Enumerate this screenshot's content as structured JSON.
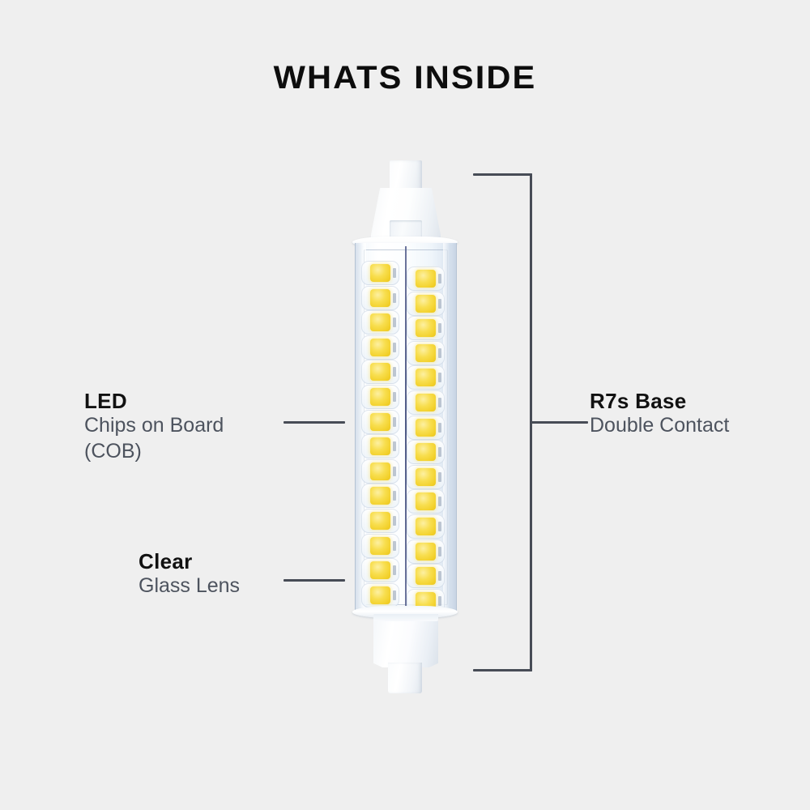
{
  "page": {
    "title": "WHATS INSIDE",
    "background_color": "#efefef",
    "heading_color": "#0d0d0d",
    "subtext_color": "#4d535e",
    "line_color": "#474c56",
    "led_color": "#f8de4e"
  },
  "callouts": [
    {
      "id": "led",
      "side": "left",
      "heading": "LED",
      "sub_line_1": "Chips on Board",
      "sub_line_2": "(COB)"
    },
    {
      "id": "clear",
      "side": "left",
      "heading": "Clear",
      "sub_line_1": "Glass Lens",
      "sub_line_2": ""
    },
    {
      "id": "base",
      "side": "right",
      "heading": "R7s Base",
      "sub_line_1": "Double Contact",
      "sub_line_2": ""
    }
  ],
  "product": {
    "name": "r7s-led-bulb",
    "led_rows": 14,
    "led_columns": 2,
    "led_total_visible": 28,
    "parts": [
      "top-contact-pin",
      "top-shoulder",
      "glass-tube",
      "led-board",
      "bottom-shoulder",
      "bottom-contact-pin"
    ]
  }
}
